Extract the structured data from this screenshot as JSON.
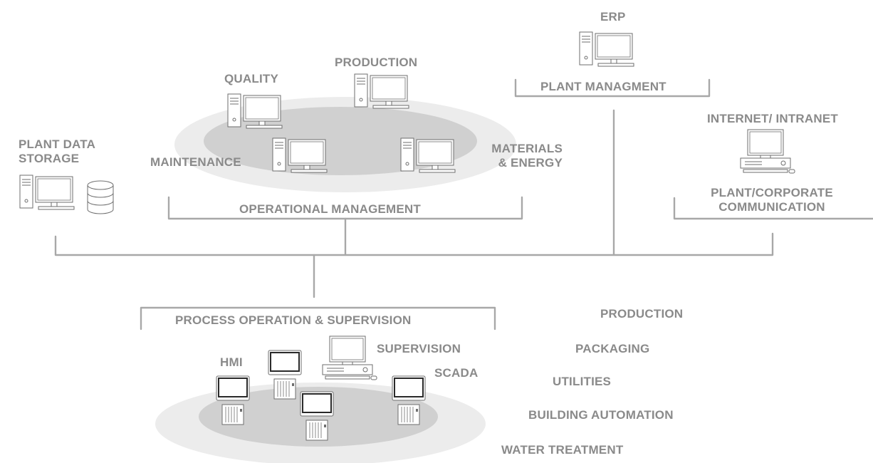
{
  "diagram": {
    "colors": {
      "text": "#8a8a8a",
      "line": "#a8a8a8",
      "ellipse_outer": "#ececec",
      "ellipse_inner": "#d0d0d0",
      "device_stroke": "#6e6e6e",
      "device_fill": "#ffffff",
      "screen_dark": "#2a2a2a"
    },
    "top_labels": {
      "erp": "ERP",
      "plant_managment": "PLANT MANAGMENT",
      "quality": "QUALITY",
      "production": "PRODUCTION",
      "plant_data_storage_line1": "PLANT DATA",
      "plant_data_storage_line2": "STORAGE",
      "maintenance": "MAINTENANCE",
      "materials_line1": "MATERIALS",
      "materials_line2": "& ENERGY",
      "operational_management": "OPERATIONAL MANAGEMENT",
      "internet_intranet": "INTERNET/  INTRANET",
      "plant_corp_line1": "PLANT/CORPORATE",
      "plant_corp_line2": "COMMUNICATION"
    },
    "bottom_labels": {
      "process_operation": "PROCESS OPERATION & SUPERVISION",
      "hmi": "HMI",
      "supervision": "SUPERVISION",
      "scada": "SCADA"
    },
    "areas": [
      "PRODUCTION",
      "PACKAGING",
      "UTILITIES",
      "BUILDING AUTOMATION",
      "WATER TREATMENT"
    ],
    "icons": {
      "pc": "desktop-computer-icon",
      "database": "database-icon",
      "workstation": "workstation-icon",
      "hmi_panel": "hmi-panel-icon",
      "plc": "plc-icon"
    }
  }
}
